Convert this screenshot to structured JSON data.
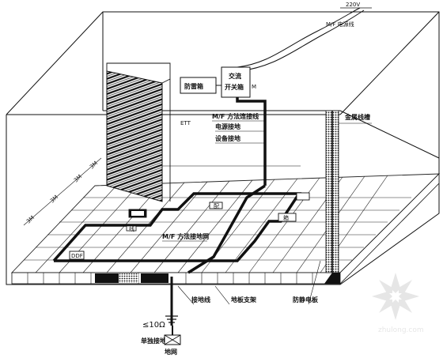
{
  "labels": {
    "voltage": "220V",
    "power_cable": "M/F 电源线",
    "lightning_box": "防雷箱",
    "ac_box": "交流",
    "switch_box": "开关箱",
    "equipment_marker": "M",
    "wire_diag": "M/F 方法连接线",
    "wire_a": "电源接地",
    "wire_b": "设备接地",
    "rack_tag": "ETT",
    "metal_pipe": "金属线槽",
    "room_ring": "M/F 方法接地网",
    "box_left": "DDF",
    "box_right": "箱",
    "small_box_1": "配",
    "small_box_2": "线",
    "ground_conductor": "接地线",
    "floor_bond": "地板支架",
    "antistatic": "防静电板",
    "resistance": "≤10Ω",
    "single_point": "单独接地",
    "earth_grid": "地网",
    "distance_marks": [
      "3M",
      "3M",
      "3M",
      "3M"
    ],
    "watermark": "zhulong.com"
  },
  "colors": {
    "line": "#111111",
    "hatch": "#222222",
    "watermark": "#d0d0d0"
  }
}
